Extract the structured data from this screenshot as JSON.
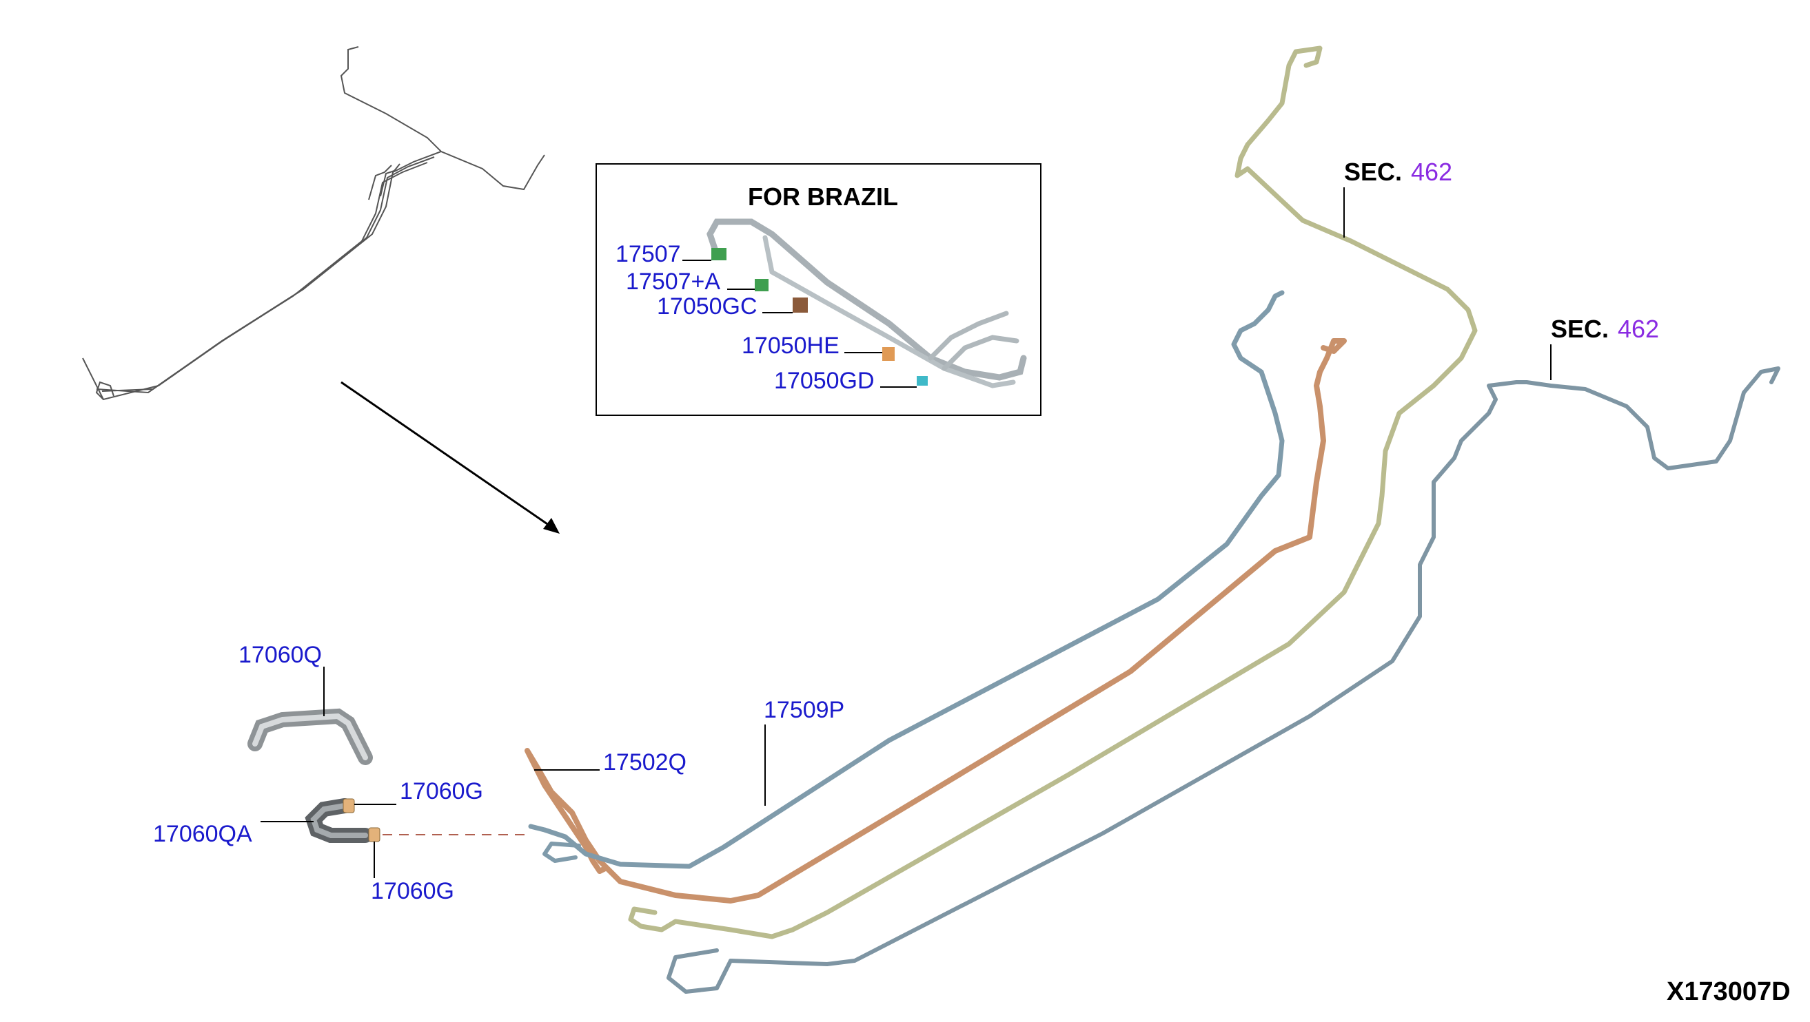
{
  "inset": {
    "title": "FOR BRAZIL"
  },
  "labels": {
    "p17507": "17507",
    "p17507a": "17507+A",
    "p17050gc": "17050GC",
    "p17050he": "17050HE",
    "p17050gd": "17050GD",
    "p17060q": "17060Q",
    "p17060g_top": "17060G",
    "p17060qa": "17060QA",
    "p17060g_bottom": "17060G",
    "p17502q": "17502Q",
    "p17509p": "17509P"
  },
  "sections": [
    {
      "prefix": "SEC.",
      "number": "462"
    },
    {
      "prefix": "SEC.",
      "number": "462"
    }
  ],
  "diagram_code": "X173007D",
  "colors": {
    "part_number": "#1a1acc",
    "section_number": "#8a2be2",
    "tube_blue": "#7f9aa8",
    "tube_copper": "#c9906a",
    "tube_olive": "#b8b98c",
    "tube_steel": "#8197a6"
  }
}
